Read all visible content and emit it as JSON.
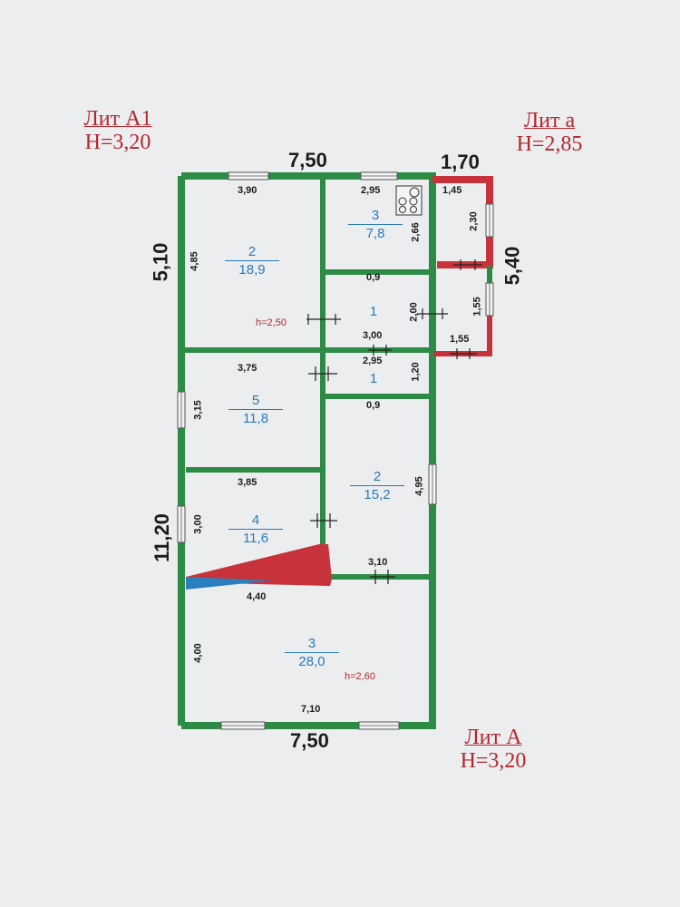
{
  "labels": {
    "lit_a1": {
      "name": "Лит А1",
      "height": "H=3,20"
    },
    "lit_a_small": {
      "name": "Лит а",
      "height": "H=2,85"
    },
    "lit_a": {
      "name": "Лит А",
      "height": "H=3,20"
    }
  },
  "overall_dims": {
    "top_width": "7,50",
    "top_extension": "1,70",
    "left_top": "5,10",
    "right_extension": "5,40",
    "left_total": "11,20",
    "bottom_width": "7,50"
  },
  "wall_dims": {
    "d_390": "3,90",
    "d_295_top": "2,95",
    "d_145": "1,45",
    "d_230": "2,30",
    "d_485": "4,85",
    "d_266": "2,66",
    "d_09_top": "0,9",
    "d_200": "2,00",
    "d_155_v": "1,55",
    "d_155_h": "1,55",
    "d_300": "3,00",
    "d_295_mid": "2,95",
    "d_375": "3,75",
    "d_120": "1,20",
    "d_09_mid": "0,9",
    "d_315": "3,15",
    "d_495": "4,95",
    "d_385": "3,85",
    "d_300_left": "3,00",
    "d_310": "3,10",
    "d_440": "4,40",
    "d_400": "4,00",
    "d_710": "7,10"
  },
  "rooms": [
    {
      "number": "2",
      "area": "18,9"
    },
    {
      "number": "3",
      "area": "7,8"
    },
    {
      "number": "1"
    },
    {
      "number": "1"
    },
    {
      "number": "5",
      "area": "11,8"
    },
    {
      "number": "2",
      "area": "15,2"
    },
    {
      "number": "4",
      "area": "11,6"
    },
    {
      "number": "3",
      "area": "28,0"
    }
  ],
  "height_notes": {
    "upper": "h=2,50",
    "lower": "h=2,60"
  },
  "colors": {
    "wall_main": "#2e8b45",
    "wall_extension": "#c8323a",
    "threshold_blue": "#2b7fbf",
    "room_label": "#2a7ab8",
    "lit_label": "#b3282d"
  },
  "icons": [
    "stove-icon",
    "door-icon",
    "window-icon"
  ]
}
